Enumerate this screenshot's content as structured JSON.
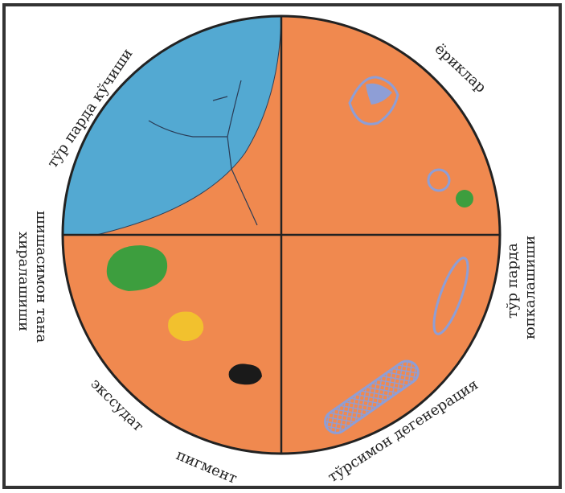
{
  "diagram": {
    "colors": {
      "background": "#ffffff",
      "frame": "#333333",
      "fundus": "#f0894f",
      "detachment": "#53a9d2",
      "outline": "#222222",
      "lesion_ring": "#8e9ed6",
      "exudate": "#3d9e3e",
      "pigment_yellow": "#f2c12e",
      "pigment_dark": "#1a1a1a"
    },
    "labels": {
      "detachment": "тўр парда кўчиши",
      "tears": "ёриклар",
      "vitreous_line1": "шишасимон тана",
      "vitreous_line2": "хиралашиши",
      "thinning_line1": "тўр парда",
      "thinning_line2": "юпкалашиши",
      "exudate": "экссудат",
      "pigment": "пигмент",
      "lattice": "тўрсимон дегенерация"
    }
  }
}
